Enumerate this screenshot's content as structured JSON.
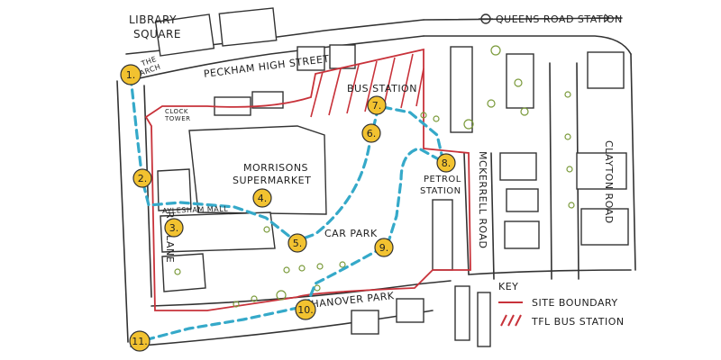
{
  "labels": {
    "library": "LIBRARY",
    "square": "SQUARE",
    "the": "THE",
    "arch": "ARCH",
    "peckham_high_street": "PECKHAM HIGH STREET",
    "queens_road_station": "QUEENS ROAD STATION",
    "bus_station": "BUS STATION",
    "clock": "CLOCK",
    "tower": "TOWER",
    "clayton_road": "CLAYTON ROAD",
    "morrisons": "MORRISONS",
    "supermarket": "SUPERMARKET",
    "petrol": "PETROL",
    "station": "STATION",
    "rye_lane": "RYE LANE",
    "aylesham_mall": "AYLESHAM MALL",
    "car_park": "CAR PARK",
    "mckerrell_road": "MCKERRELL ROAD",
    "hanover_park": "HANOVER PARK"
  },
  "key": {
    "title": "KEY",
    "site_boundary": "SITE BOUNDARY",
    "tfl_bus_station": "TFL BUS STATION"
  },
  "markers": [
    "1.",
    "2.",
    "3.",
    "4.",
    "5.",
    "6.",
    "7.",
    "8.",
    "9.",
    "10.",
    "11."
  ],
  "colors": {
    "site_boundary": "#c8323a",
    "route": "#35a9c9",
    "marker": "#f2c230",
    "tree": "#7a9a3a"
  },
  "icons": {
    "station": "underground-roundel-icon",
    "arrow": "arrow-right-icon"
  }
}
